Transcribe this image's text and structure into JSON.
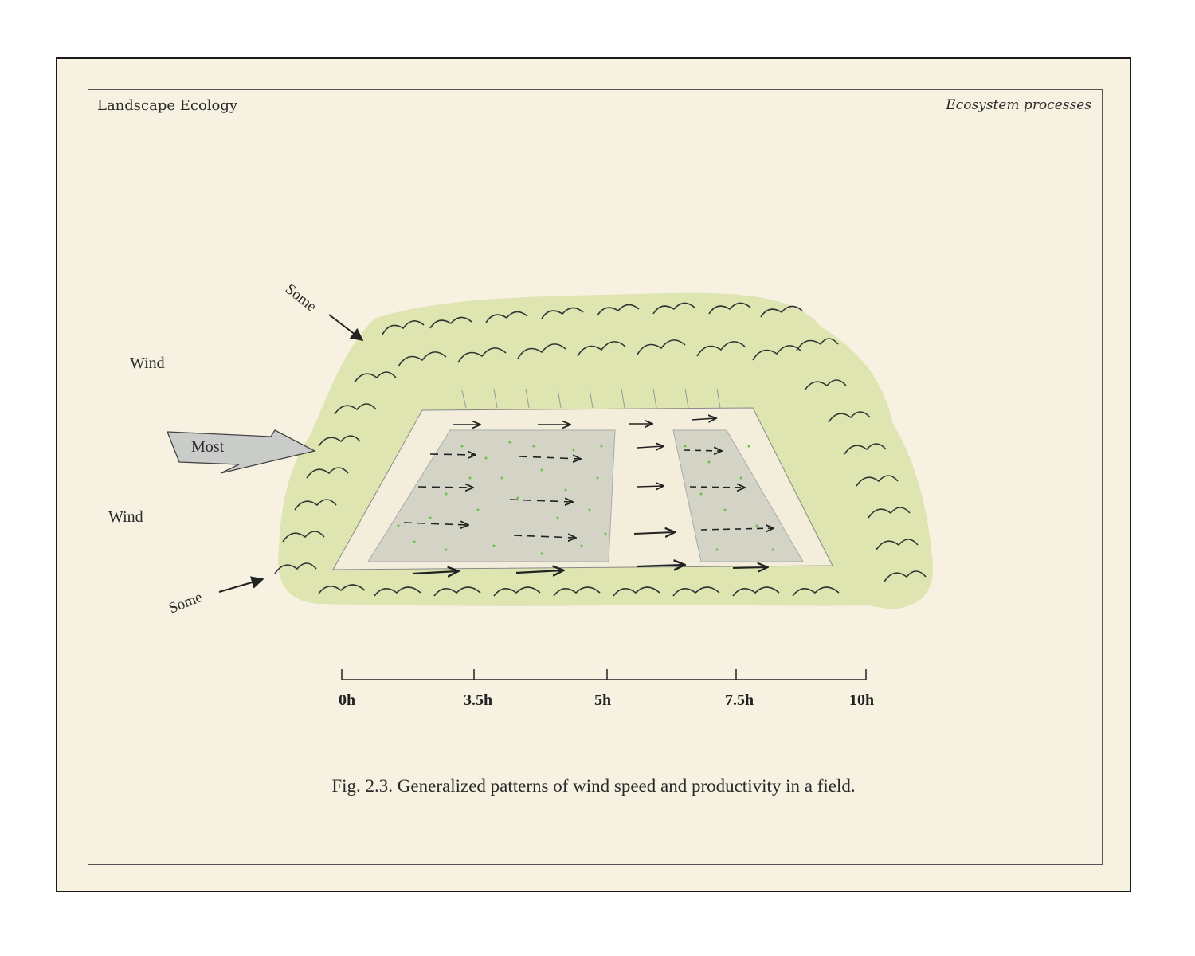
{
  "header": {
    "left": "Landscape Ecology",
    "right": "Ecosystem processes"
  },
  "labels": {
    "wind_top": "Wind",
    "wind_bottom": "Wind",
    "some_top": "Some",
    "most": "Most",
    "some_bottom": "Some"
  },
  "scale": {
    "ticks": [
      "0h",
      "3.5h",
      "5h",
      "7.5h",
      "10h"
    ]
  },
  "caption": "Fig. 2.3.  Generalized patterns of wind speed and productivity in a field.",
  "colors": {
    "paper": "#f6f1e1",
    "foliage": "#c9d98a",
    "field": "#d6d6c9",
    "speckle": "#6cbf4c",
    "most_arrow": "#c9ccc9"
  }
}
